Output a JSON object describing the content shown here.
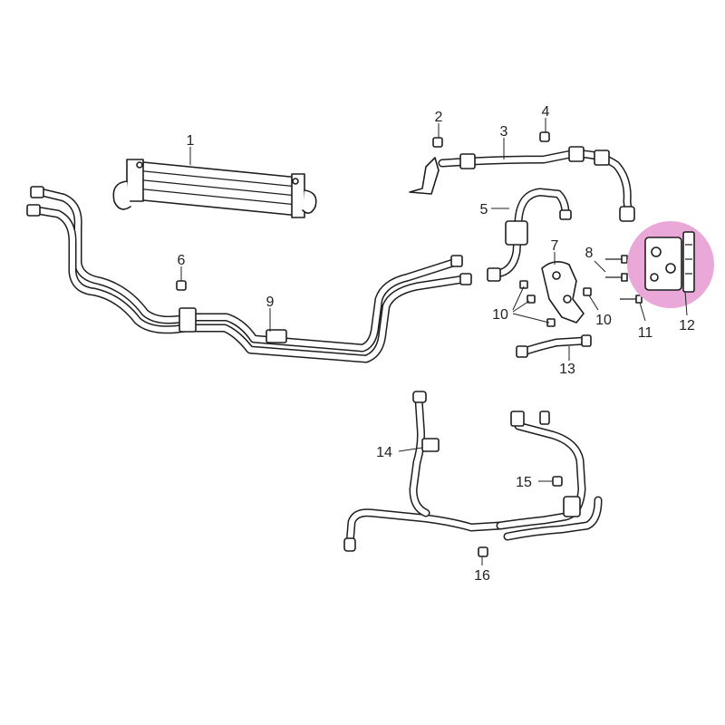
{
  "callouts": {
    "c1": "1",
    "c2": "2",
    "c3": "3",
    "c4": "4",
    "c5": "5",
    "c6": "6",
    "c7": "7",
    "c8": "8",
    "c9": "9",
    "c10a": "10",
    "c10b": "10",
    "c11": "11",
    "c12": "12",
    "c13": "13",
    "c14": "14",
    "c15": "15",
    "c16": "16"
  },
  "colors": {
    "highlight": "#e9a8d8",
    "line": "#1e1e1e"
  },
  "highlighted_part": "12"
}
